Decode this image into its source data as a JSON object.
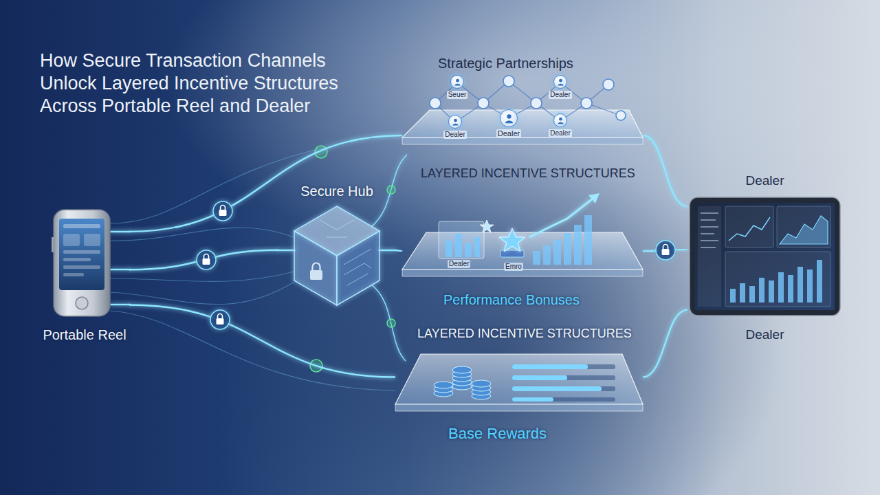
{
  "diagram": {
    "title": "How Secure Transaction Channels Unlock Layered Incentive Structures Across Portable Reel and Dealer",
    "nodes": [
      {
        "text": [
          "Portable Reel"
        ]
      },
      {
        "text": [
          "Secure Hub"
        ]
      },
      {
        "text": [
          "Strategic Partnerships"
        ]
      },
      {
        "text": [
          "Seuer"
        ],
        "in": 2
      },
      {
        "text": [
          "Dealer"
        ],
        "in": 2
      },
      {
        "text": [
          "Dealer"
        ],
        "in": 2
      },
      {
        "text": [
          "Dealer"
        ],
        "in": 2
      },
      {
        "text": [
          "Dealer"
        ],
        "in": 2
      },
      {
        "text": [
          "Dealer",
          "Emro",
          "Performance Bonuses"
        ]
      },
      {
        "text": [
          "Base Rewards"
        ]
      },
      {
        "text": [
          "Dealer",
          "Dealer"
        ]
      }
    ],
    "edges": [
      {
        "from": 0,
        "to": 2,
        "arrow": "none"
      },
      {
        "from": 0,
        "to": 1,
        "arrow": "none"
      },
      {
        "from": 0,
        "to": 9,
        "arrow": "none"
      },
      {
        "from": 1,
        "to": 8,
        "arrow": "none"
      },
      {
        "from": 2,
        "to": 10,
        "arrow": "none"
      },
      {
        "from": 8,
        "to": 10,
        "arrow": "none"
      },
      {
        "from": 9,
        "to": 10,
        "arrow": "none"
      }
    ],
    "labels": [
      "LAYERED INCENTIVE STRUCTURES",
      "LAYERED INCENTIVE STRUCTURES"
    ]
  }
}
